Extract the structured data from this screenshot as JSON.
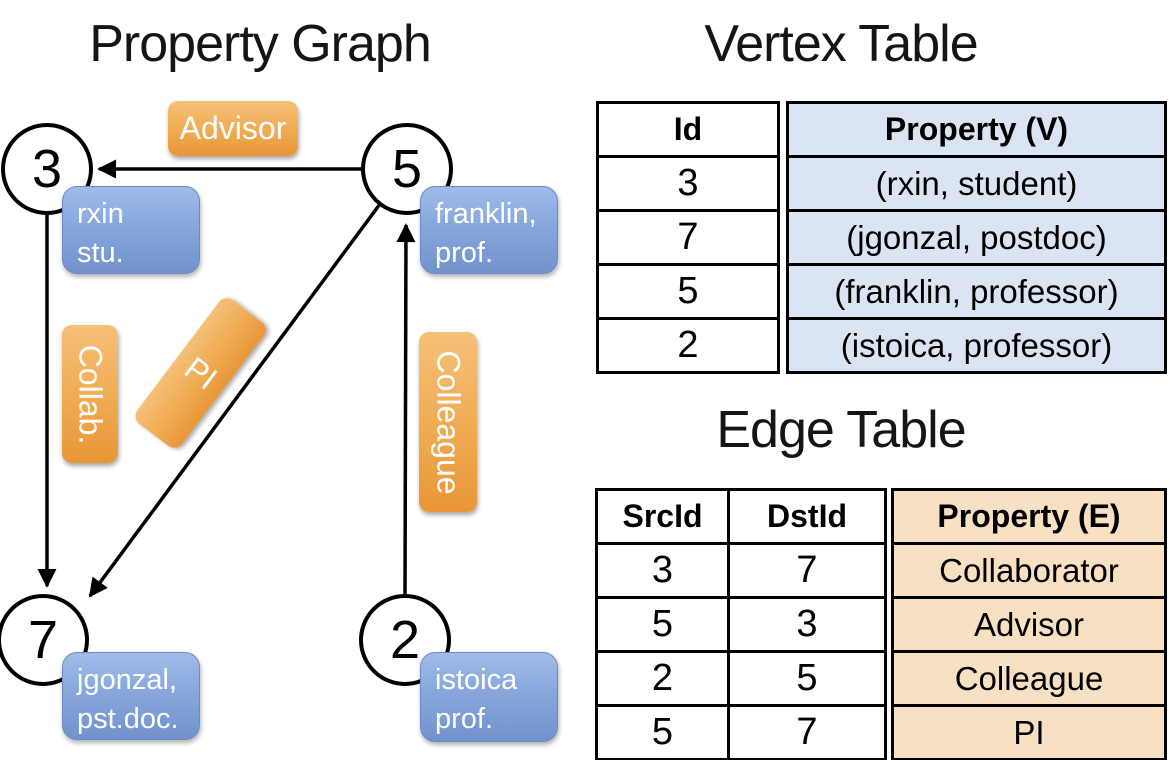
{
  "titles": {
    "graph": "Property Graph",
    "vertex_table": "Vertex Table",
    "edge_table": "Edge Table"
  },
  "graph": {
    "vertices": [
      {
        "id": "3",
        "callout_line1": "rxin",
        "callout_line2": "stu."
      },
      {
        "id": "5",
        "callout_line1": "franklin,",
        "callout_line2": "prof."
      },
      {
        "id": "7",
        "callout_line1": "jgonzal,",
        "callout_line2": "pst.doc."
      },
      {
        "id": "2",
        "callout_line1": "istoica",
        "callout_line2": "prof."
      }
    ],
    "edges": [
      {
        "src": "5",
        "dst": "3",
        "label": "Advisor"
      },
      {
        "src": "3",
        "dst": "7",
        "label": "Collab."
      },
      {
        "src": "5",
        "dst": "7",
        "label": "PI"
      },
      {
        "src": "2",
        "dst": "5",
        "label": "Colleague"
      }
    ]
  },
  "vertex_table": {
    "headers": {
      "id": "Id",
      "property": "Property (V)"
    },
    "rows": [
      [
        "3",
        "(rxin, student)"
      ],
      [
        "7",
        "(jgonzal, postdoc)"
      ],
      [
        "5",
        "(franklin, professor)"
      ],
      [
        "2",
        "(istoica, professor)"
      ]
    ]
  },
  "edge_table": {
    "headers": {
      "src": "SrcId",
      "dst": "DstId",
      "property": "Property (E)"
    },
    "rows": [
      [
        "3",
        "7",
        "Collaborator"
      ],
      [
        "5",
        "3",
        "Advisor"
      ],
      [
        "2",
        "5",
        "Colleague"
      ],
      [
        "5",
        "7",
        "PI"
      ]
    ]
  },
  "colors": {
    "edge_label_orange_top": "#f5c078",
    "edge_label_orange_bottom": "#e89637",
    "vertex_callout_blue_top": "#9fbbe9",
    "vertex_callout_blue_bottom": "#7292cd",
    "vertex_table_fill": "#dbe4f2",
    "edge_table_fill": "#f8e0c2",
    "line_color": "#000000"
  }
}
